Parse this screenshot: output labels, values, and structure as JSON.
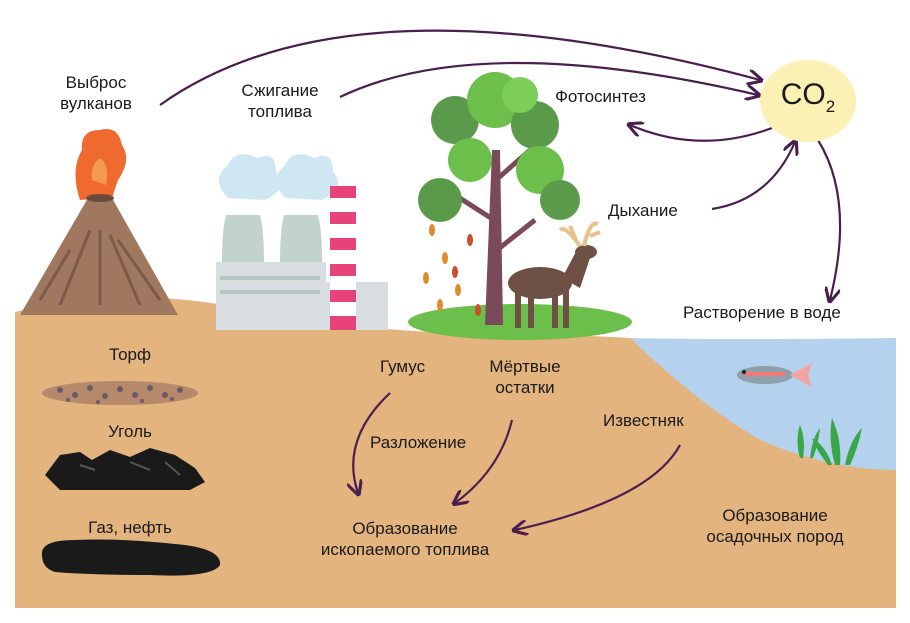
{
  "labels": {
    "volcano": [
      "Выброс",
      "вулканов"
    ],
    "fuel_burning": [
      "Сжигание",
      "топлива"
    ],
    "photosynthesis": "Фотосинтез",
    "co2_main": "CO",
    "co2_sub": "2",
    "respiration": "Дыхание",
    "dissolution": "Растворение в воде",
    "peat": "Торф",
    "coal": "Уголь",
    "gas_oil": "Газ, нефть",
    "humus": "Гумус",
    "dead_remains": [
      "Мёртвые",
      "остатки"
    ],
    "limestone": "Известняк",
    "decomposition": "Разложение",
    "fossil_fuel_formation": [
      "Образование",
      "ископаемого топлива"
    ],
    "sedimentary_formation": [
      "Образование",
      "осадочных пород"
    ]
  },
  "colors": {
    "ground": "#e3b47d",
    "water": "#b4d2ee",
    "arrows": "#4a1e4e",
    "co2_bubble": "#fbf1b5",
    "chimney_red": "#e8427a",
    "grass": "#6cbf4a",
    "lava": "#ee6a2f"
  },
  "icons": [
    "volcano-icon",
    "power-plant-icon",
    "tree-icon",
    "deer-icon",
    "fish-icon",
    "seaweed-icon",
    "peat-icon",
    "coal-icon",
    "oil-icon"
  ]
}
